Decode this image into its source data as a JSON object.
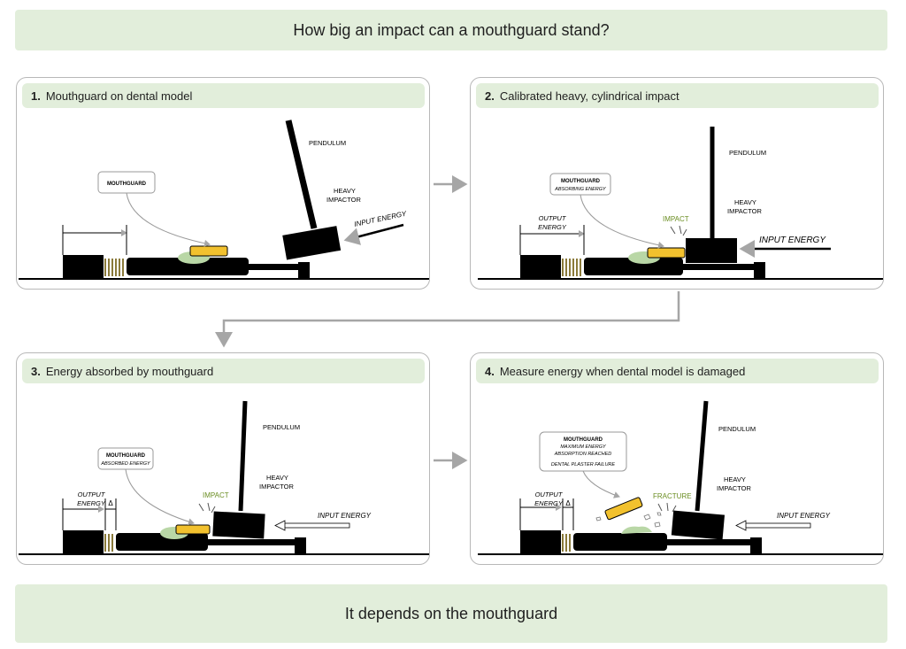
{
  "header": {
    "title": "How big an impact can a mouthguard stand?"
  },
  "footer": {
    "text": "It depends on the mouthguard"
  },
  "colors": {
    "banner": "#e2eedb",
    "mouthguard": "#f2c12e",
    "gum": "#b9d7a6",
    "impact_text": "#6b8e23",
    "arrow": "#a6a6a6"
  },
  "panels": [
    {
      "number": "1.",
      "title": "Mouthguard on dental model",
      "labels": {
        "mouthguard": "MOUTHGUARD",
        "pendulum": "PENDULUM",
        "impactor_1": "HEAVY",
        "impactor_2": "IMPACTOR",
        "input": "INPUT ENERGY"
      }
    },
    {
      "number": "2.",
      "title": "Calibrated heavy, cylindrical impact",
      "labels": {
        "mouthguard": "MOUTHGUARD",
        "mouthguard_sub": "ABSORBING ENERGY",
        "pendulum": "PENDULUM",
        "impactor_1": "HEAVY",
        "impactor_2": "IMPACTOR",
        "input": "INPUT ENERGY",
        "output_1": "OUTPUT",
        "output_2": "ENERGY",
        "impact": "IMPACT"
      }
    },
    {
      "number": "3.",
      "title": "Energy absorbed by mouthguard",
      "labels": {
        "mouthguard": "MOUTHGUARD",
        "mouthguard_sub": "ABSORBED ENERGY",
        "pendulum": "PENDULUM",
        "impactor_1": "HEAVY",
        "impactor_2": "IMPACTOR",
        "input": "INPUT ENERGY",
        "output_1": "OUTPUT",
        "output_2": "ENERGY",
        "delta": "Δ",
        "impact": "IMPACT"
      }
    },
    {
      "number": "4.",
      "title": "Measure energy when dental model is damaged",
      "labels": {
        "mouthguard": "MOUTHGUARD",
        "mouthguard_sub_1": "MAXIMUM ENERGY",
        "mouthguard_sub_2": "ABSORPTION REACHED",
        "mouthguard_sub_3": "DENTAL PLASTER FAILURE",
        "pendulum": "PENDULUM",
        "impactor_1": "HEAVY",
        "impactor_2": "IMPACTOR",
        "input": "INPUT ENERGY",
        "output_1": "OUTPUT",
        "output_2": "ENERGY",
        "delta": "Δ",
        "fracture": "FRACTURE"
      }
    }
  ]
}
